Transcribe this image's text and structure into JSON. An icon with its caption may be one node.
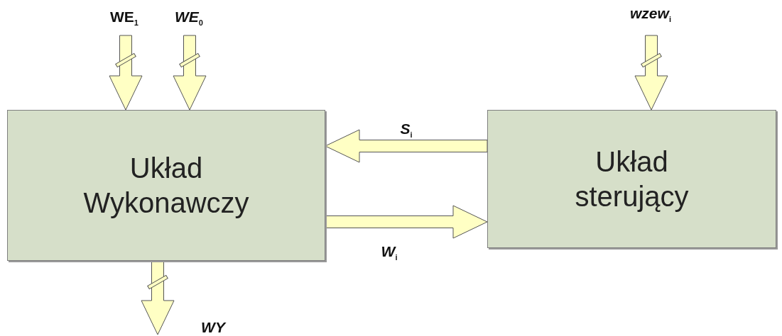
{
  "diagram": {
    "nodes": [
      {
        "text": [
          "Układ Wykonawczy"
        ]
      },
      {
        "text": [
          "Układ sterujący"
        ]
      }
    ],
    "edges": [
      {
        "from": null,
        "to": 0,
        "arrow": "to",
        "label": "WE$_{1}$"
      },
      {
        "from": null,
        "to": 0,
        "arrow": "to",
        "label": "*WE*$_{0}$"
      },
      {
        "from": null,
        "to": 1,
        "arrow": "to",
        "label": "*wzew*$_{i}$"
      },
      {
        "from": 1,
        "to": 0,
        "arrow": "to",
        "label": "*S*$_{i}$"
      },
      {
        "from": 0,
        "to": 1,
        "arrow": "to",
        "label": "*W*$_{i}$"
      },
      {
        "from": 0,
        "to": null,
        "arrow": "to",
        "label": "*WY*"
      }
    ]
  }
}
